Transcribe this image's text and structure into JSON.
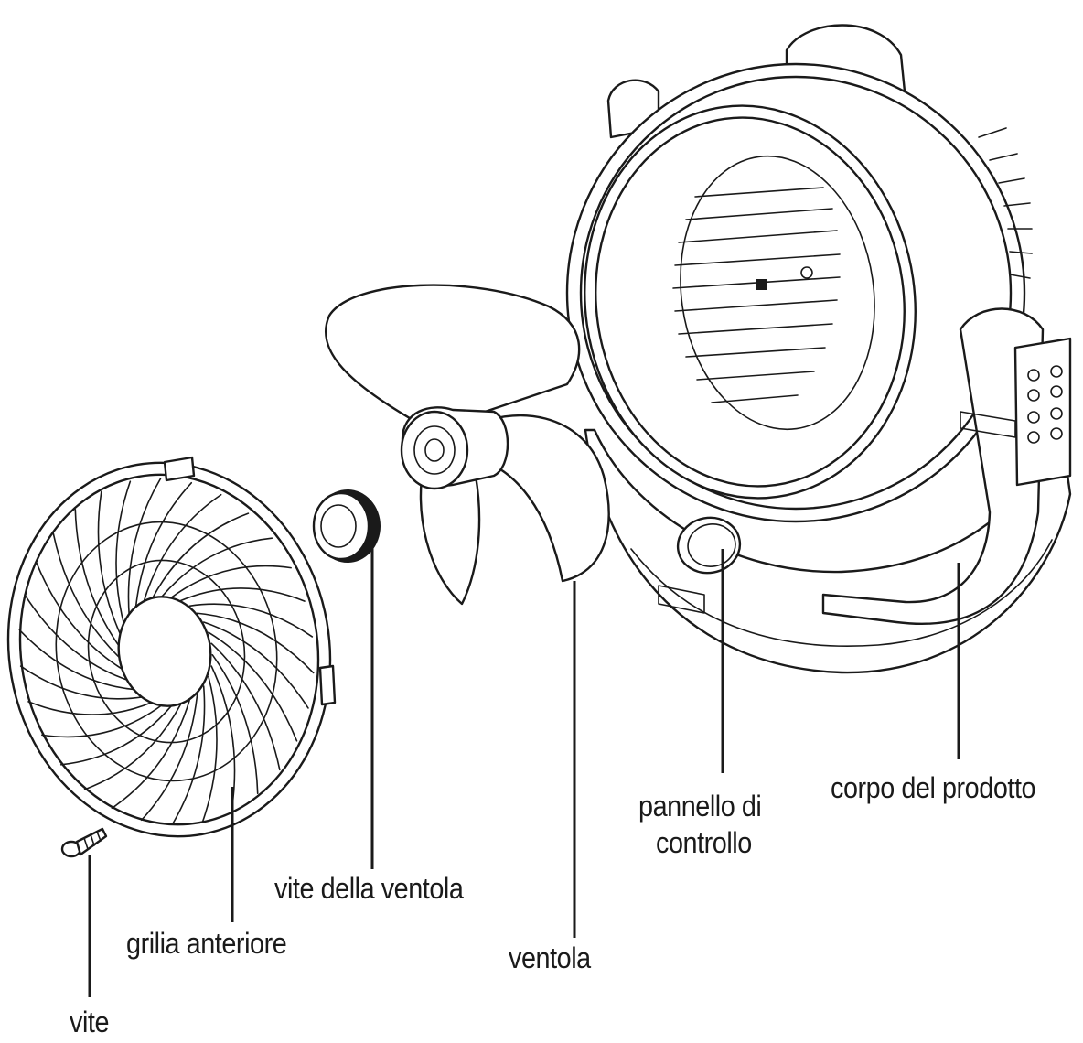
{
  "labels": {
    "vite": "vite",
    "griglia": "grilia anteriore",
    "vite_ventola": "vite della ventola",
    "ventola": "ventola",
    "pannello_line1": "pannello di",
    "pannello_line2": "controllo",
    "corpo": "corpo del prodotto"
  },
  "colors": {
    "ink": "#1a1a1a",
    "background": "#ffffff"
  }
}
